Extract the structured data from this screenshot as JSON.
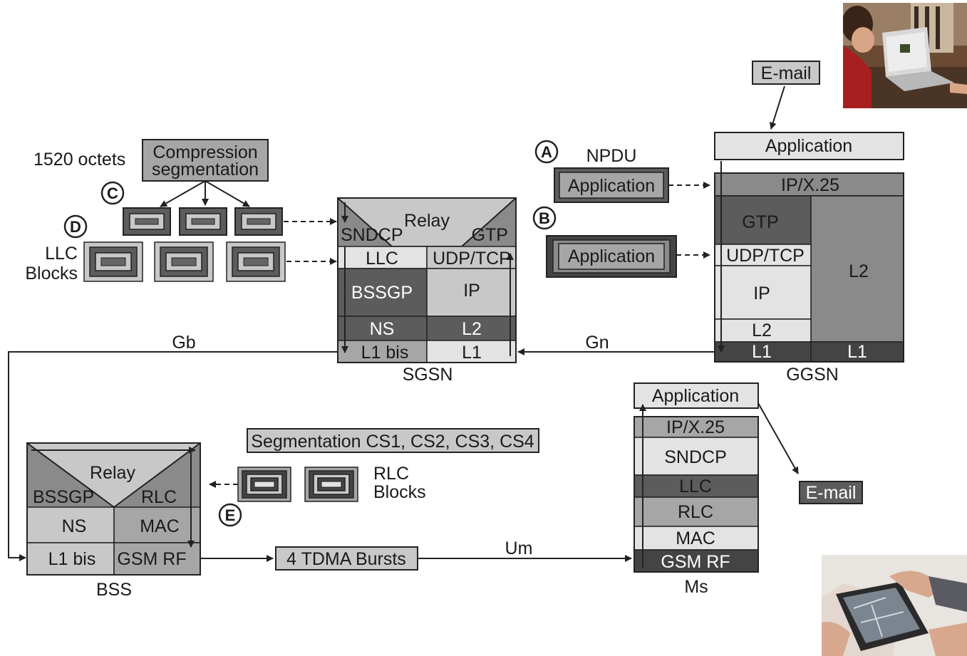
{
  "labels": {
    "octets": "1520 octets",
    "compression_1": "Compression",
    "compression_2": "segmentation",
    "llc_blocks_1": "LLC",
    "llc_blocks_2": "Blocks",
    "gb": "Gb",
    "gn": "Gn",
    "um": "Um",
    "npdu": "NPDU",
    "segmentation_cs": "Segmentation CS1, CS2, CS3, CS4",
    "rlc_blocks_1": "RLC",
    "rlc_blocks_2": "Blocks",
    "tdma_bursts": "4 TDMA Bursts",
    "email_top": "E-mail",
    "email_bottom": "E-mail",
    "app_a": "Application",
    "app_b": "Application"
  },
  "markers": {
    "a": "A",
    "b": "B",
    "c": "C",
    "d": "D",
    "e": "E"
  },
  "sgsn": {
    "name": "SGSN",
    "relay": "Relay",
    "sndcp": "SNDCP",
    "gtp": "GTP",
    "llc": "LLC",
    "udp_tcp": "UDP/TCP",
    "bssgp": "BSSGP",
    "ip": "IP",
    "ns": "NS",
    "l2": "L2",
    "l1bis": "L1 bis",
    "l1": "L1"
  },
  "ggsn": {
    "name": "GGSN",
    "application": "Application",
    "ip_x25": "IP/X.25",
    "gtp": "GTP",
    "l2_right": "L2",
    "udp_tcp": "UDP/TCP",
    "ip": "IP",
    "l2": "L2",
    "l1_left": "L1",
    "l1_right": "L1"
  },
  "bss": {
    "name": "BSS",
    "relay": "Relay",
    "bssgp": "BSSGP",
    "rlc": "RLC",
    "ns": "NS",
    "mac": "MAC",
    "l1bis": "L1 bis",
    "gsm_rf": "GSM RF"
  },
  "ms": {
    "name": "Ms",
    "application": "Application",
    "ip_x25": "IP/X.25",
    "sndcp": "SNDCP",
    "llc": "LLC",
    "rlc": "RLC",
    "mac": "MAC",
    "gsm_rf": "GSM RF"
  },
  "colors": {
    "light": "#e3e3e3",
    "mid_light": "#c8c8c8",
    "mid": "#a6a6a6",
    "mid_dark": "#8a8a8a",
    "dark": "#5c5c5c",
    "darkest": "#444444",
    "line": "#222222"
  }
}
